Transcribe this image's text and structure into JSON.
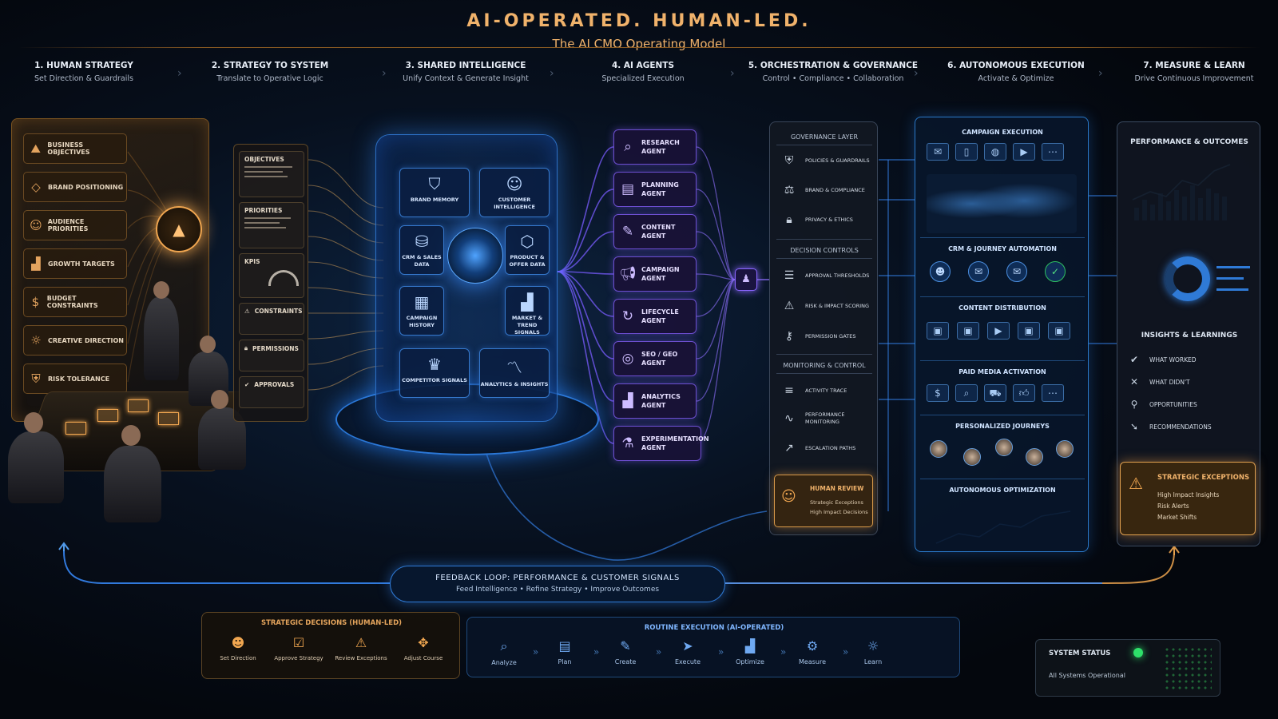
{
  "header": {
    "title": "AI-OPERATED. HUMAN-LED.",
    "subtitle": "The AI CMO Operating Model"
  },
  "stages": [
    {
      "title": "1. HUMAN STRATEGY",
      "subtitle": "Set Direction & Guardrails"
    },
    {
      "title": "2. STRATEGY TO SYSTEM",
      "subtitle": "Translate to Operative Logic"
    },
    {
      "title": "3. SHARED INTELLIGENCE",
      "subtitle": "Unify Context & Generate Insight"
    },
    {
      "title": "4. AI AGENTS",
      "subtitle": "Specialized Execution"
    },
    {
      "title": "5. ORCHESTRATION & GOVERNANCE",
      "subtitle": "Control • Compliance • Collaboration"
    },
    {
      "title": "6. AUTONOMOUS EXECUTION",
      "subtitle": "Activate & Optimize"
    },
    {
      "title": "7. MEASURE & LEARN",
      "subtitle": "Drive Continuous Improvement"
    }
  ],
  "human_strategy": {
    "items": [
      {
        "label": "BUSINESS OBJECTIVES",
        "icon": "mountain-flag-icon"
      },
      {
        "label": "BRAND POSITIONING",
        "icon": "diamond-icon"
      },
      {
        "label": "AUDIENCE PRIORITIES",
        "icon": "people-icon"
      },
      {
        "label": "GROWTH TARGETS",
        "icon": "bar-chart-icon"
      },
      {
        "label": "BUDGET CONSTRAINTS",
        "icon": "dollar-icon"
      },
      {
        "label": "CREATIVE DIRECTION",
        "icon": "lightbulb-icon"
      },
      {
        "label": "RISK TOLERANCE",
        "icon": "shield-icon"
      }
    ]
  },
  "strategy_system": {
    "objectives": "OBJECTIVES",
    "priorities": "PRIORITIES",
    "kpis": "KPIS",
    "constraints": "CONSTRAINTS",
    "permissions": "PERMISSIONS",
    "approvals": "APPROVALS"
  },
  "intelligence": {
    "cards": [
      {
        "label": "BRAND MEMORY",
        "icon": "shield-check-icon"
      },
      {
        "label": "CUSTOMER INTELLIGENCE",
        "icon": "people-icon"
      },
      {
        "label": "CRM & SALES DATA",
        "icon": "database-icon"
      },
      {
        "label": "PRODUCT & OFFER DATA",
        "icon": "cube-icon"
      },
      {
        "label": "CAMPAIGN HISTORY",
        "icon": "calendar-icon"
      },
      {
        "label": "MARKET & TREND SIGNALS",
        "icon": "bar-chart-icon"
      },
      {
        "label": "COMPETITOR SIGNALS",
        "icon": "trophy-icon"
      },
      {
        "label": "ANALYTICS & INSIGHTS",
        "icon": "line-chart-icon"
      }
    ]
  },
  "agents": [
    {
      "label": "RESEARCH AGENT",
      "icon": "search-icon"
    },
    {
      "label": "PLANNING AGENT",
      "icon": "clipboard-icon"
    },
    {
      "label": "CONTENT AGENT",
      "icon": "pen-icon"
    },
    {
      "label": "CAMPAIGN AGENT",
      "icon": "megaphone-icon"
    },
    {
      "label": "LIFECYCLE AGENT",
      "icon": "cycle-icon"
    },
    {
      "label": "SEO / GEO AGENT",
      "icon": "target-search-icon"
    },
    {
      "label": "ANALYTICS AGENT",
      "icon": "bar-chart-icon"
    },
    {
      "label": "EXPERIMENTATION AGENT",
      "icon": "flask-icon"
    }
  ],
  "governance": {
    "sections": [
      "GOVERNANCE LAYER",
      "DECISION CONTROLS",
      "MONITORING & CONTROL"
    ],
    "items": [
      {
        "label": "POLICIES & GUARDRAILS",
        "icon": "shield-icon"
      },
      {
        "label": "BRAND & COMPLIANCE",
        "icon": "scales-icon"
      },
      {
        "label": "PRIVACY & ETHICS",
        "icon": "lock-icon"
      },
      {
        "label": "APPROVAL THRESHOLDS",
        "icon": "sliders-icon"
      },
      {
        "label": "RISK & IMPACT SCORING",
        "icon": "warning-icon"
      },
      {
        "label": "PERMISSION GATES",
        "icon": "key-icon"
      },
      {
        "label": "ACTIVITY TRACE",
        "icon": "list-icon"
      },
      {
        "label": "PERFORMANCE MONITORING",
        "icon": "pulse-icon"
      },
      {
        "label": "ESCALATION PATHS",
        "icon": "escalation-icon"
      }
    ],
    "human_review": {
      "title": "HUMAN REVIEW",
      "line1": "Strategic Exceptions",
      "line2": "High Impact Decisions"
    }
  },
  "execution": {
    "sections": [
      "CAMPAIGN EXECUTION",
      "CRM & JOURNEY AUTOMATION",
      "CONTENT DISTRIBUTION",
      "PAID MEDIA ACTIVATION",
      "PERSONALIZED JOURNEYS",
      "AUTONOMOUS OPTIMIZATION"
    ]
  },
  "measure": {
    "performance": "PERFORMANCE & OUTCOMES",
    "insights": "INSIGHTS & LEARNINGS",
    "items": [
      {
        "label": "WHAT WORKED",
        "icon": "check-circle-icon"
      },
      {
        "label": "WHAT DIDN'T",
        "icon": "x-icon"
      },
      {
        "label": "OPPORTUNITIES",
        "icon": "pin-icon"
      },
      {
        "label": "RECOMMENDATIONS",
        "icon": "arrow-icon"
      }
    ],
    "exceptions": {
      "title": "STRATEGIC EXCEPTIONS",
      "items": [
        "High Impact Insights",
        "Risk Alerts",
        "Market Shifts"
      ]
    }
  },
  "feedback": {
    "title": "FEEDBACK LOOP: PERFORMANCE & CUSTOMER SIGNALS",
    "subtitle": "Feed Intelligence • Refine Strategy • Improve Outcomes"
  },
  "strategic_decisions": {
    "title": "STRATEGIC DECISIONS (HUMAN-LED)",
    "items": [
      {
        "label": "Set Direction",
        "icon": "person-icon"
      },
      {
        "label": "Approve Strategy",
        "icon": "check-box-icon"
      },
      {
        "label": "Review Exceptions",
        "icon": "warning-icon"
      },
      {
        "label": "Adjust Course",
        "icon": "compass-icon"
      }
    ]
  },
  "routine_execution": {
    "title": "ROUTINE EXECUTION (AI-OPERATED)",
    "items": [
      {
        "label": "Analyze",
        "icon": "analyze-icon"
      },
      {
        "label": "Plan",
        "icon": "clipboard-icon"
      },
      {
        "label": "Create",
        "icon": "create-icon"
      },
      {
        "label": "Execute",
        "icon": "execute-icon"
      },
      {
        "label": "Optimize",
        "icon": "bar-chart-icon"
      },
      {
        "label": "Measure",
        "icon": "measure-icon"
      },
      {
        "label": "Learn",
        "icon": "bulb-icon"
      }
    ]
  },
  "system_status": {
    "title": "SYSTEM STATUS",
    "status": "All Systems Operational",
    "indicator_color": "#2ee06a"
  },
  "colors": {
    "human": "#f0a650",
    "intelligence": "#3a8dff",
    "agents": "#8a66ff",
    "governance": "#c7d1de"
  }
}
